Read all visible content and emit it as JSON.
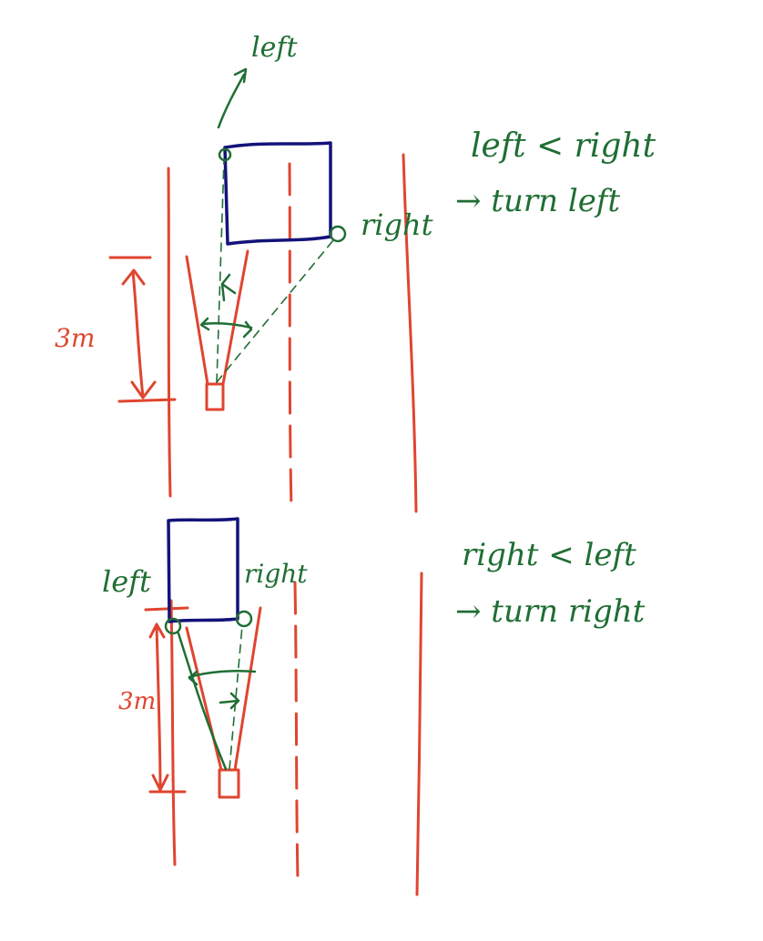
{
  "scenario_top": {
    "label_left": "left",
    "label_right": "right",
    "distance": "3m",
    "condition": "left < right",
    "result": "→ turn left"
  },
  "scenario_bottom": {
    "label_left": "left",
    "label_right": "right",
    "distance": "3m",
    "condition": "right < left",
    "result": "→ turn right"
  },
  "colors": {
    "lane": "#e0452f",
    "obstacle": "#14137a",
    "annotation": "#1f6e34"
  }
}
